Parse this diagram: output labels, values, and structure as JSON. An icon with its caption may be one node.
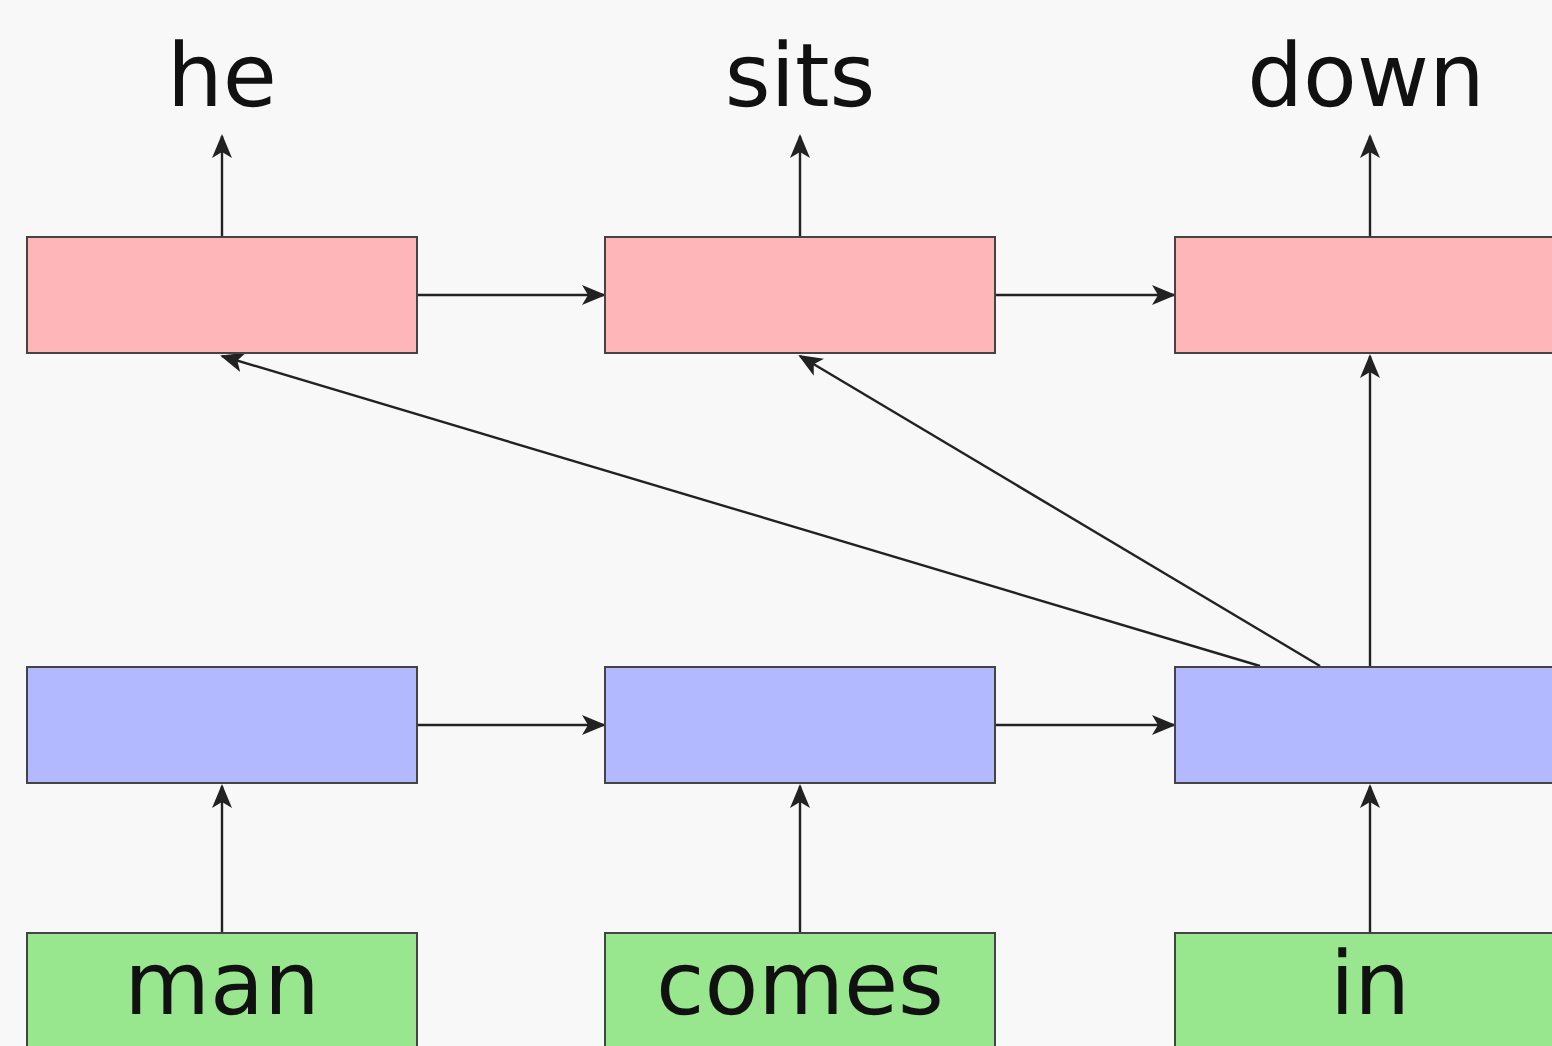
{
  "diagram": {
    "nodes": [
      {
        "text": [
          "he"
        ]
      },
      {
        "text": [
          "sits"
        ]
      },
      {
        "text": [
          "down"
        ]
      },
      {
        "text": [],
        "shape": "box"
      },
      {
        "text": [],
        "shape": "box"
      },
      {
        "text": [],
        "shape": "box"
      },
      {
        "text": [],
        "shape": "box"
      },
      {
        "text": [],
        "shape": "box"
      },
      {
        "text": [],
        "shape": "box"
      },
      {
        "text": [
          "man"
        ]
      },
      {
        "text": [
          "comes"
        ]
      },
      {
        "text": [
          "in"
        ]
      }
    ],
    "edges": [
      {
        "from": 3,
        "to": 0,
        "arrow": "to"
      },
      {
        "from": 4,
        "to": 1,
        "arrow": "to"
      },
      {
        "from": 5,
        "to": 2,
        "arrow": "to"
      },
      {
        "from": 3,
        "to": 4,
        "arrow": "to"
      },
      {
        "from": 4,
        "to": 5,
        "arrow": "to"
      },
      {
        "from": 6,
        "to": 7,
        "arrow": "to"
      },
      {
        "from": 7,
        "to": 8,
        "arrow": "to"
      },
      {
        "from": 9,
        "to": 6,
        "arrow": "to"
      },
      {
        "from": 10,
        "to": 7,
        "arrow": "to"
      },
      {
        "from": 11,
        "to": 8,
        "arrow": "to"
      },
      {
        "from": 8,
        "to": 3,
        "arrow": "to"
      },
      {
        "from": 8,
        "to": 4,
        "arrow": "to"
      },
      {
        "from": 8,
        "to": 5,
        "arrow": "to"
      }
    ]
  }
}
